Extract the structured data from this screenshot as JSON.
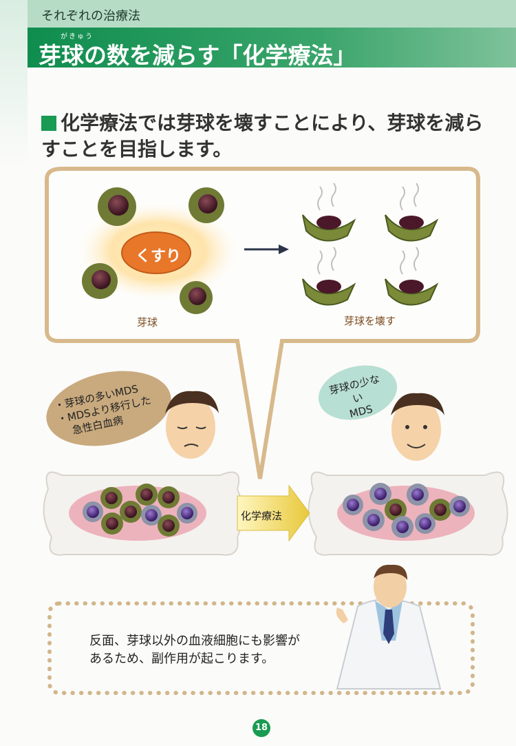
{
  "header": {
    "section": "それぞれの治療法",
    "title": "芽球の数を減らす「化学療法」",
    "ruby": "がきゅう"
  },
  "subheading": "化学療法では芽球を壊すことにより、芽球を減らすことを目指します。",
  "illustration": {
    "drug_label": "くすり",
    "blast_label": "芽球",
    "destroyed_label": "芽球を壊す"
  },
  "before": {
    "lines": [
      "・芽球の多いMDS",
      "・MDSより移行した",
      "急性白血病"
    ]
  },
  "after": {
    "lines": [
      "芽球の少ない",
      "MDS"
    ]
  },
  "treatment_label": "化学療法",
  "note": {
    "lines": [
      "反面、芽球以外の血液細胞にも影響が",
      "あるため、副作用が起こります。"
    ]
  },
  "page_number": "18",
  "colors": {
    "accent": "#1a9a52",
    "bubble_border": "#d8b98c",
    "drug": "#e8772a"
  }
}
